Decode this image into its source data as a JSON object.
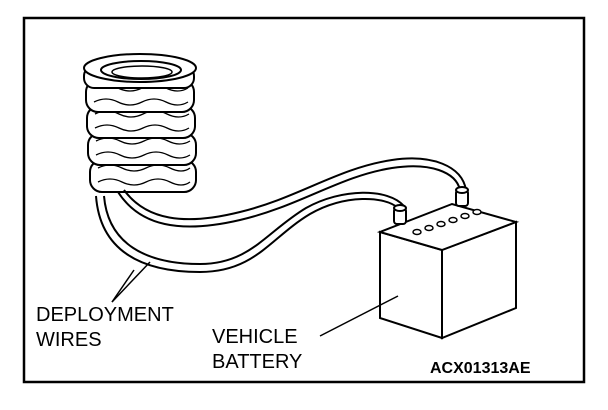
{
  "labels": {
    "deployment_wires_line1": "DEPLOYMENT",
    "deployment_wires_line2": "WIRES",
    "vehicle_battery_line1": "VEHICLE",
    "vehicle_battery_line2": "BATTERY",
    "figure_code": "ACX01313AE"
  },
  "colors": {
    "line": "#000000",
    "background": "#ffffff"
  }
}
